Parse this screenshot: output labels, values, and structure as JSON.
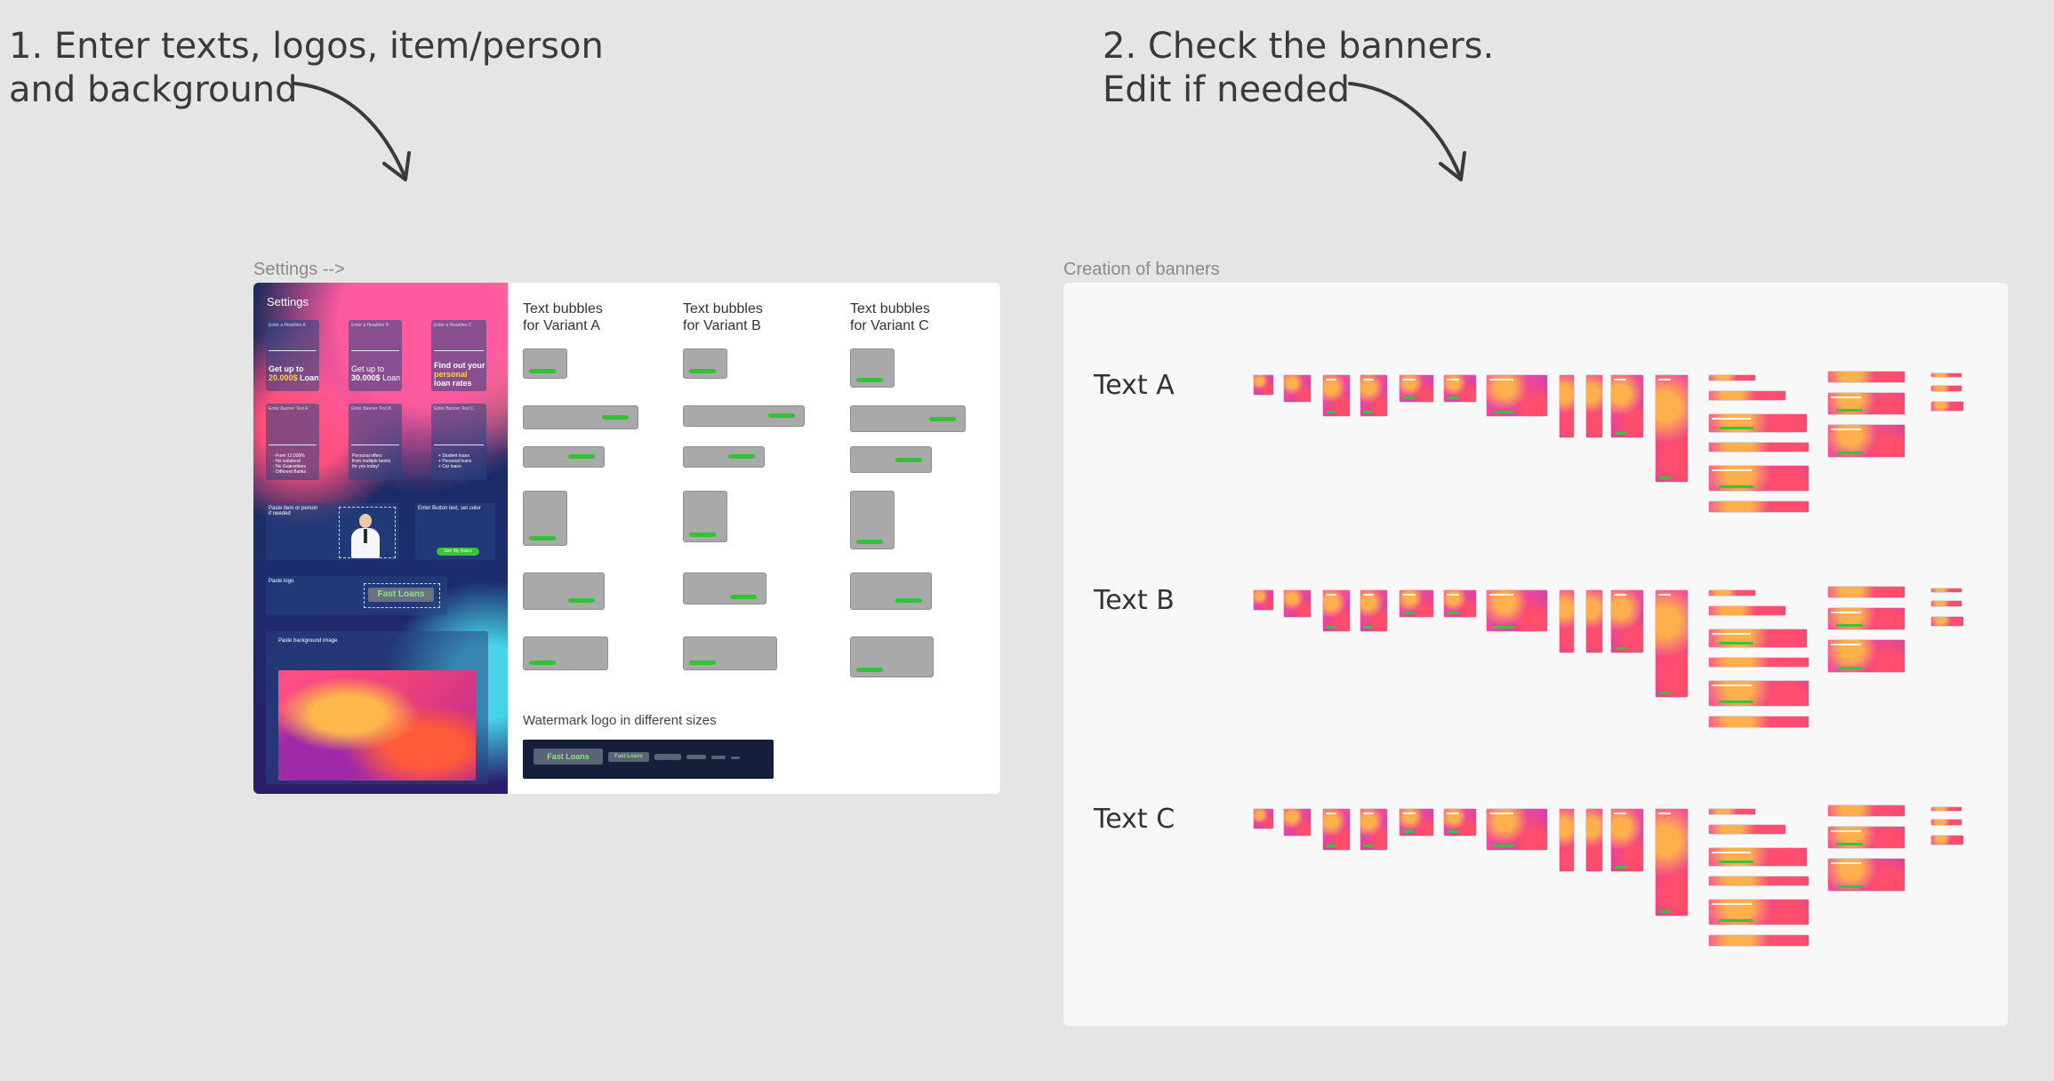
{
  "steps": {
    "step1": "1. Enter texts, logos, item/person\nand background",
    "step2": "2. Check the banners.\nEdit if needed"
  },
  "settings_frame": {
    "label": "Settings -->",
    "panel_title": "Settings",
    "headline_cards": [
      {
        "label": "Enter a Headline A",
        "line1": "Get up to",
        "amount": "20.000$",
        "unit": "Loan"
      },
      {
        "label": "Enter a Headline B",
        "line1": "Get up to",
        "amount": "30.000$",
        "unit": "Loan"
      },
      {
        "label": "Enter a Headline C",
        "line1": "Find out your",
        "highlight": "personal",
        "line3": "loan rates"
      }
    ],
    "body_cards": [
      {
        "label": "Enter Banner Text A",
        "lines": [
          "- From 12,000%",
          "- No collateral",
          "- No Guarantees",
          "- Different Banks"
        ]
      },
      {
        "label": "Enter Banner Text B",
        "lines": [
          "Personal offers",
          "from multiple banks",
          "for you today!"
        ]
      },
      {
        "label": "Enter Banner Text C",
        "lines": [
          "+ Student loans",
          "+ Personal loans",
          "+ Car loans"
        ]
      }
    ],
    "item_card": {
      "label": "Paste item or person if needed"
    },
    "button_card": {
      "label": "Enter Button text, set color",
      "button": "See My Rates"
    },
    "logo_card": {
      "label": "Paste logo",
      "logo_text": "Fast Loans"
    },
    "background_card": {
      "label": "Paste background image"
    }
  },
  "bubbles": {
    "columns": [
      "Text bubbles\nfor Variant A",
      "Text bubbles\nfor Variant B",
      "Text bubbles\nfor Variant C"
    ],
    "watermark_label": "Watermark logo in different sizes",
    "watermark_logo": "Fast Loans"
  },
  "creation_frame": {
    "label": "Creation of banners",
    "rows": [
      "Text A",
      "Text B",
      "Text C"
    ]
  },
  "colors": {
    "background": "#e5e5e5",
    "button_green": "#37c436",
    "accent_yellow": "#ffd23c",
    "dark_navy": "#151f3b"
  }
}
